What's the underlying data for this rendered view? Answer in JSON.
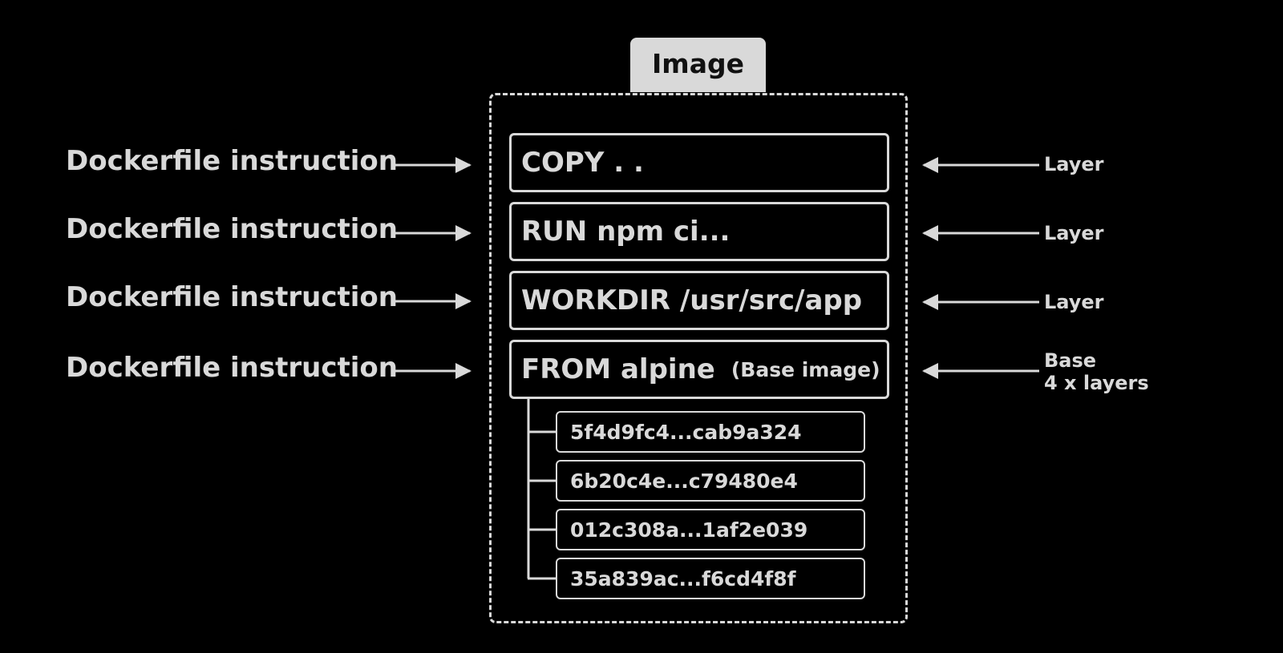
{
  "image_tab": {
    "label": "Image"
  },
  "layers": [
    {
      "instruction": "Dockerfile instruction",
      "command": "COPY . .",
      "note": "",
      "right_label": "Layer",
      "right_label_2": ""
    },
    {
      "instruction": "Dockerfile instruction",
      "command": "RUN npm ci...",
      "note": "",
      "right_label": "Layer",
      "right_label_2": ""
    },
    {
      "instruction": "Dockerfile instruction",
      "command": "WORKDIR /usr/src/app",
      "note": "",
      "right_label": "Layer",
      "right_label_2": ""
    },
    {
      "instruction": "Dockerfile instruction",
      "command": "FROM alpine",
      "note": "(Base image)",
      "right_label": "Base",
      "right_label_2": "4 x layers"
    }
  ],
  "base_layers": [
    "5f4d9fc4...cab9a324",
    "6b20c4e...c79480e4",
    "012c308a...1af2e039",
    "35a839ac...f6cd4f8f"
  ]
}
